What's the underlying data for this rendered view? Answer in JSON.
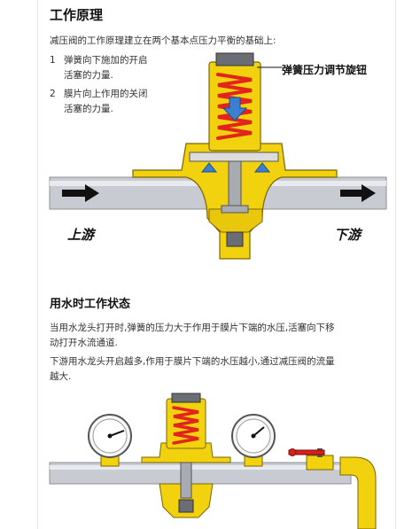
{
  "section1": {
    "title": "工作原理",
    "intro": "减压阀的工作原理建立在两个基本点压力平衡的基础上:",
    "items": [
      {
        "num": "1",
        "line1": "弹簧向下施加的开启",
        "line2": "活塞的力量."
      },
      {
        "num": "2",
        "line1": "膜片向上作用的关闭",
        "line2": "活塞的力量."
      }
    ],
    "callout": "弹簧压力调节旋钮",
    "upstream": "上游",
    "downstream": "下游"
  },
  "section2": {
    "title": "用水时工作状态",
    "para1_line1": "当用水龙头打开时,弹簧的压力大于作用于膜片下端的水压,活塞向下移",
    "para1_line2": "动打开水流通道.",
    "para2_line1": "下游用水龙头开启越多,作用于膜片下端的水压越小,通过减压阀的流量",
    "para2_line2": "越大."
  },
  "colors": {
    "brass": "#f2d20f",
    "brass_dark": "#b89a00",
    "pipe": "#c8ccd2",
    "spring": "#e2251c",
    "arrow_blue": "#3a7fd0",
    "valve_handle": "#d8201a"
  }
}
